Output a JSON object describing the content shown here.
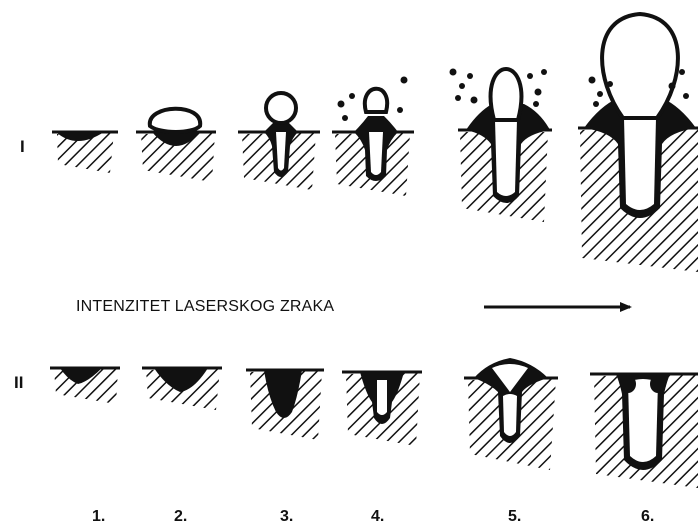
{
  "rows": [
    "I",
    "II"
  ],
  "steps": [
    "1.",
    "2.",
    "3.",
    "4.",
    "5.",
    "6."
  ],
  "axis_label": "INTENZITET LASERSKOG ZRAKA",
  "colors": {
    "ink": "#111111",
    "background": "#ffffff"
  }
}
